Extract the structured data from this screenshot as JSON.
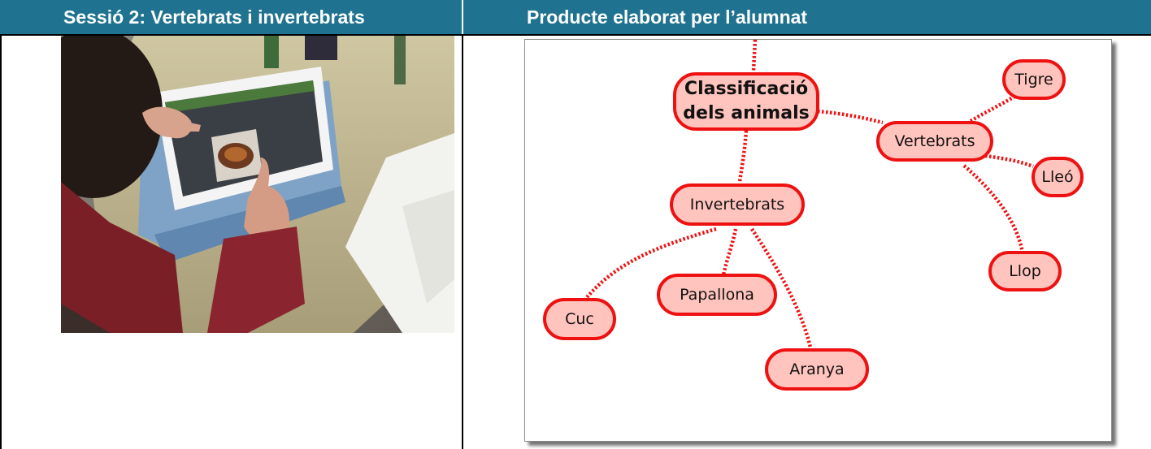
{
  "headers": {
    "left": "Sessió 2: Vertebrats i invertebrats",
    "right": "Producte elaborat per l’alumnat"
  },
  "photo": {
    "subject": "student-using-tablet-photo"
  },
  "concept_map": {
    "root": "Classificació dels animals",
    "nodes": {
      "vertebrats": "Vertebrats",
      "invertebrats": "Invertebrats",
      "tigre": "Tigre",
      "lleo": "Lleó",
      "llop": "Llop",
      "cuc": "Cuc",
      "papallona": "Papallona",
      "aranya": "Aranya"
    },
    "colors": {
      "node_fill": "#ffc4bd",
      "node_border": "#ee1111",
      "connector": "#ee1111"
    }
  },
  "colors": {
    "header_bg": "#1f7390",
    "header_text": "#ffffff"
  }
}
